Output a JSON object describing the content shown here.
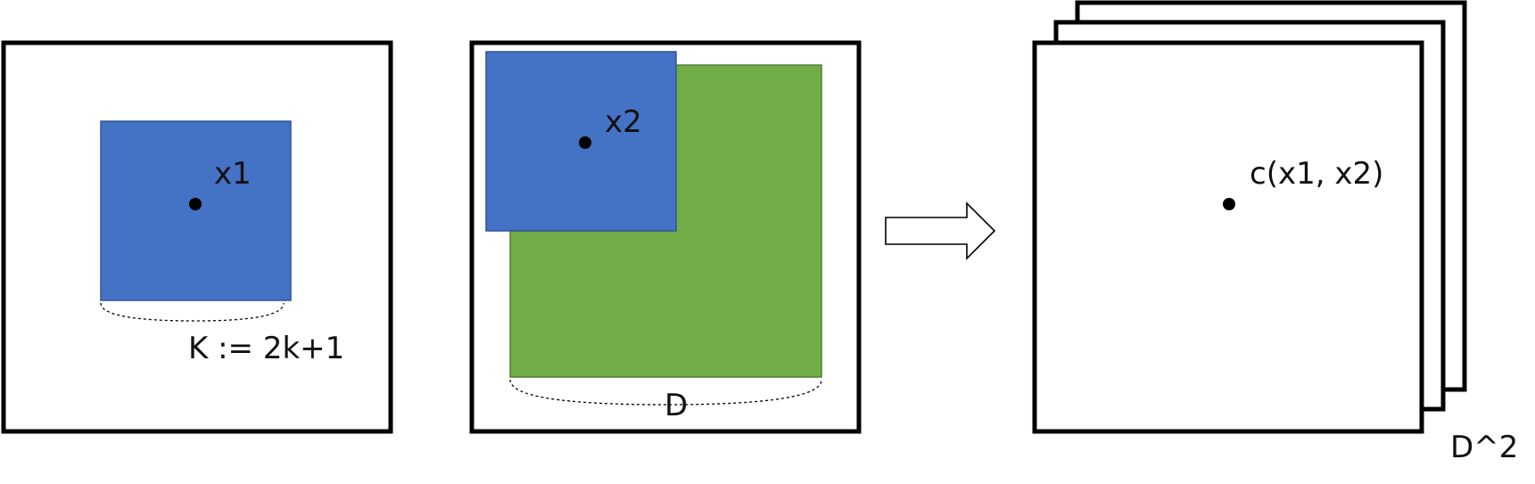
{
  "colors": {
    "patch": "#4472C4",
    "patch_stroke": "#2F5597",
    "search": "#70AD47",
    "search_stroke": "#507E32",
    "frame": "#000000"
  },
  "panel1": {
    "point_label": "x1",
    "size_label": "K := 2k+1"
  },
  "panel2": {
    "point_label": "x2",
    "size_label": "D"
  },
  "panel3": {
    "point_label": "c(x1, x2)",
    "stack_label": "D^2"
  }
}
